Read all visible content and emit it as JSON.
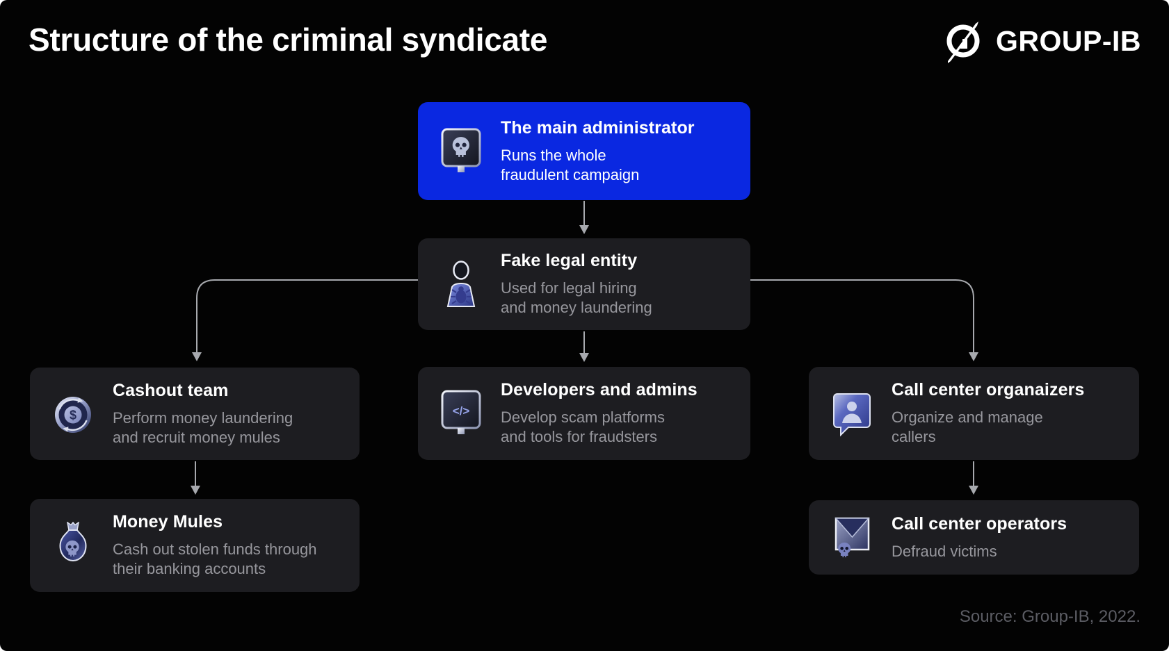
{
  "header": {
    "title": "Structure of the criminal syndicate",
    "brand": "GROUP-IB",
    "brand_logo_icon": "group-ib-crossed-circle-icon"
  },
  "footer": {
    "source": "Source: Group-IB, 2022."
  },
  "colors": {
    "canvas": "#ffffff",
    "panel_background": "#030303",
    "card_dark": "#1d1d21",
    "card_blue": "#0a28e1",
    "title_text": "#ffffff",
    "description_text": "#97979d",
    "connector": "#a7a9ae",
    "source_text": "#5c5d64"
  },
  "icon_glyphs": {
    "developers_code_glyph": "</>",
    "cashout_dollar_glyph": "$"
  },
  "cards": [
    {
      "id": "the-main-administrator",
      "variant": "blue",
      "icon": "monitor-skull-icon",
      "title": "The main administrator",
      "lines": [
        "Runs the whole",
        "fraudulent campaign"
      ]
    },
    {
      "id": "fake-legal-entity",
      "variant": "dark",
      "icon": "person-bug-icon",
      "title": "Fake legal entity",
      "lines": [
        "Used for legal hiring",
        "and money laundering"
      ]
    },
    {
      "id": "cashout-team",
      "variant": "dark",
      "icon": "coin-dollar-arrows-icon",
      "title": "Cashout team",
      "lines": [
        "Perform money laundering",
        "and recruit money mules"
      ]
    },
    {
      "id": "developers-and-admins",
      "variant": "dark",
      "icon": "monitor-code-icon",
      "title": "Developers and admins",
      "lines": [
        "Develop scam platforms",
        "and tools for fraudsters"
      ]
    },
    {
      "id": "call-center-organaizers",
      "variant": "dark",
      "icon": "badge-person-icon",
      "title": "Call center organaizers",
      "lines": [
        "Organize and manage",
        "callers"
      ]
    },
    {
      "id": "money-mules",
      "variant": "dark",
      "icon": "money-bag-skull-icon",
      "title": "Money Mules",
      "lines": [
        "Cash out stolen funds through",
        "their banking accounts"
      ]
    },
    {
      "id": "call-center-operators",
      "variant": "dark",
      "icon": "envelope-skull-icon",
      "title": "Call center operators",
      "lines": [
        "Defraud victims"
      ]
    }
  ],
  "edges": [
    {
      "from": "the-main-administrator",
      "to": "fake-legal-entity"
    },
    {
      "from": "fake-legal-entity",
      "to": "cashout-team"
    },
    {
      "from": "fake-legal-entity",
      "to": "developers-and-admins"
    },
    {
      "from": "fake-legal-entity",
      "to": "call-center-organaizers"
    },
    {
      "from": "cashout-team",
      "to": "money-mules"
    },
    {
      "from": "call-center-organaizers",
      "to": "call-center-operators"
    }
  ]
}
